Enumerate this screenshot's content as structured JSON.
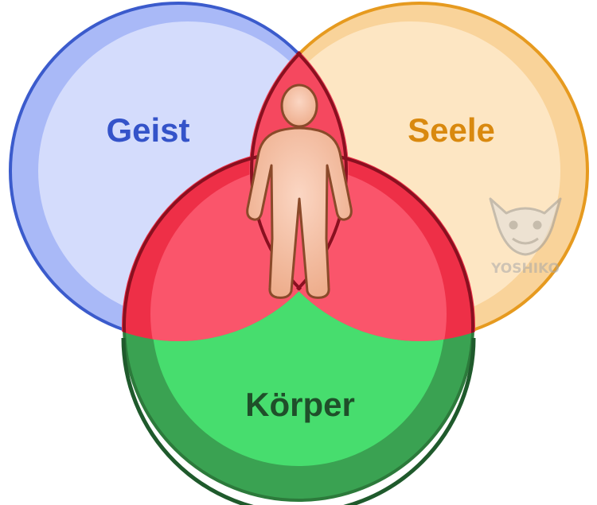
{
  "diagram": {
    "circles": [
      {
        "id": "geist",
        "label": "Geist",
        "stroke": "#3b5bcc",
        "outer": "#a9b9f7",
        "inner": "#d4dcfc",
        "text": "#3453c9"
      },
      {
        "id": "seele",
        "label": "Seele",
        "stroke": "#e69a1f",
        "outer": "#f9d39a",
        "inner": "#fde6c3",
        "text": "#d9890f"
      },
      {
        "id": "koerper",
        "label": "Körper",
        "stroke": "#2c7a3b",
        "outer": "#3aa252",
        "inner": "#47dd6e",
        "text": "#1f4f2a"
      }
    ],
    "overlap": {
      "stroke": "#8a1020",
      "outer": "#ee2f47",
      "inner": "#fb5c72"
    },
    "figure": {
      "fill": "#f6c0a4",
      "stroke": "#8a4a2a",
      "icon": "human-figure-icon"
    },
    "watermark": {
      "text": "YOSHIKO",
      "color": "#c9c9c9",
      "icon": "wolf-head-icon"
    }
  }
}
